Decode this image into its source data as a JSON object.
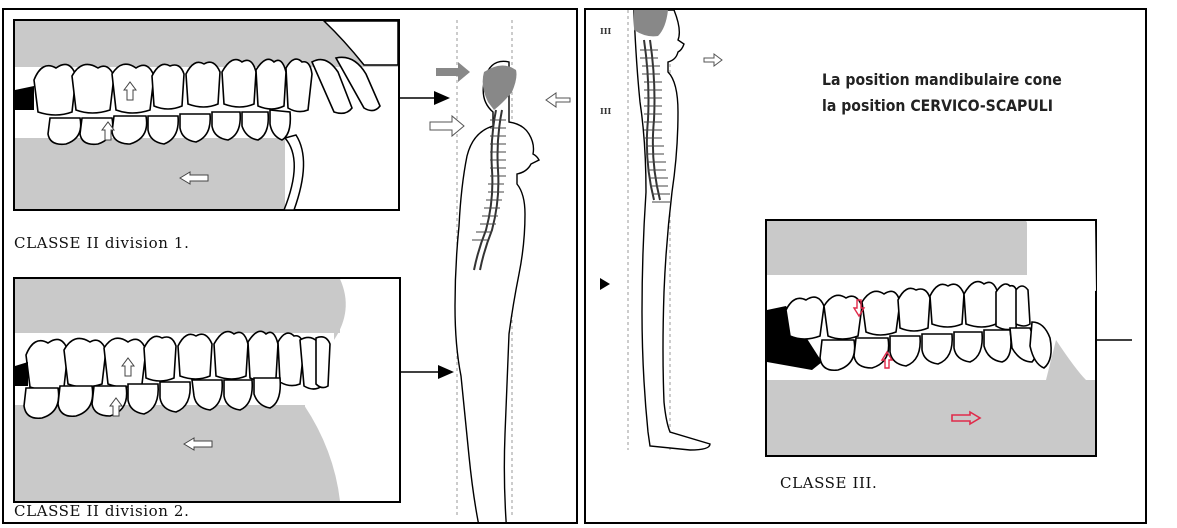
{
  "left_panel": {
    "caption_top": "CLASSE II division 1.",
    "caption_bottom": "CLASSE II division 2."
  },
  "right_panel": {
    "title_line1": "La position mandibulaire cone",
    "title_line2": "la position CERVICO-SCAPULI",
    "caption": "CLASSE III.",
    "numeral_top": "III",
    "numeral_mid": "III",
    "accent_color": "#e02a4a"
  }
}
